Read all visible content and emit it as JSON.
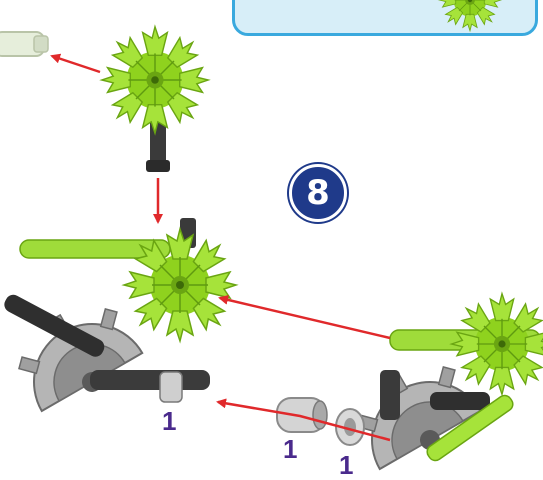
{
  "step": {
    "number": "8"
  },
  "quantities": {
    "q1": "1",
    "q2": "1",
    "q3": "1"
  },
  "colors": {
    "accent_blue": "#3aa9de",
    "callout_fill": "#d7eef8",
    "badge": "#1f3a8a",
    "arrow": "#e0292b",
    "qty_text": "#4a2a8c",
    "green": "#8fd21e",
    "gray_part": "#9a9a9a",
    "dark_part": "#3a3a3a"
  },
  "icons": [
    "green-connector-icon",
    "rod-icon",
    "gray-half-connector-icon",
    "spacer-icon",
    "red-arrow-icon"
  ]
}
